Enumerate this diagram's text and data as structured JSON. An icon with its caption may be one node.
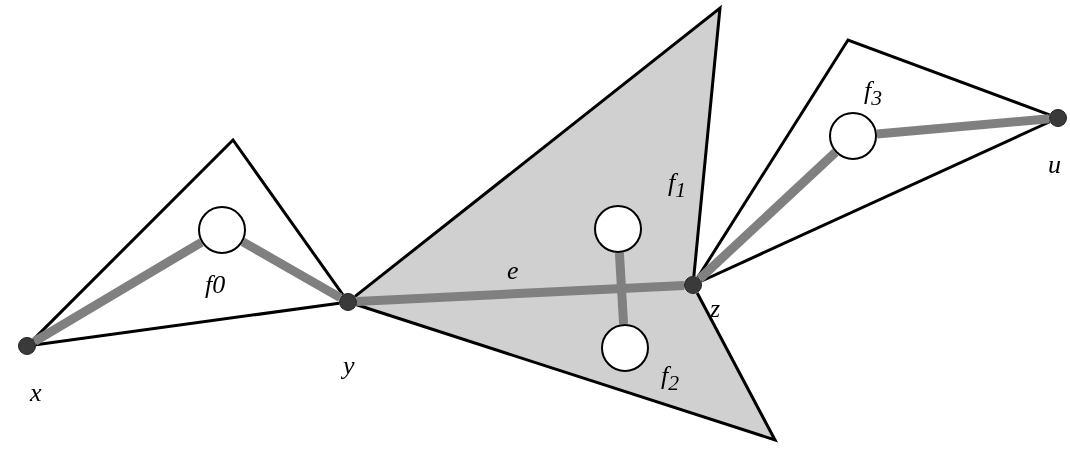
{
  "diagram": {
    "nodes": [
      {
        "text": [],
        "shape": "circle",
        "beside": [
          "x"
        ]
      },
      {
        "text": [],
        "shape": "circle",
        "beside": [
          "y"
        ]
      },
      {
        "text": [],
        "shape": "circle",
        "beside": [
          "z"
        ]
      },
      {
        "text": [],
        "shape": "circle",
        "beside": [
          "u"
        ]
      },
      {
        "text": [],
        "shape": "circle",
        "beside": [
          "f0"
        ]
      },
      {
        "text": [],
        "shape": "circle",
        "beside": [
          "f$_{1}$"
        ]
      },
      {
        "text": [],
        "shape": "circle",
        "beside": [
          "f$_{2}$"
        ]
      },
      {
        "text": [],
        "shape": "circle",
        "beside": [
          "f$_{3}$"
        ]
      }
    ],
    "edges": [
      {
        "from": 0,
        "to": 1,
        "arrow": "none"
      },
      {
        "from": 0,
        "to": 1,
        "arrow": "none"
      },
      {
        "from": 1,
        "to": 2,
        "arrow": "none"
      },
      {
        "from": 1,
        "to": 2,
        "arrow": "none"
      },
      {
        "from": 2,
        "to": 3,
        "arrow": "none"
      },
      {
        "from": 2,
        "to": 3,
        "arrow": "none"
      },
      {
        "from": 0,
        "to": 4,
        "arrow": "none",
        "style": "thick",
        "color": "#808080"
      },
      {
        "from": 4,
        "to": 1,
        "arrow": "none",
        "style": "thick",
        "color": "#808080"
      },
      {
        "from": 1,
        "to": 2,
        "arrow": "none",
        "label": "e",
        "style": "thick",
        "color": "#808080"
      },
      {
        "from": 5,
        "to": 6,
        "arrow": "none",
        "style": "thick",
        "color": "#808080"
      },
      {
        "from": 2,
        "to": 7,
        "arrow": "none",
        "style": "thick",
        "color": "#808080"
      },
      {
        "from": 7,
        "to": 3,
        "arrow": "none",
        "style": "thick",
        "color": "#808080"
      }
    ]
  }
}
